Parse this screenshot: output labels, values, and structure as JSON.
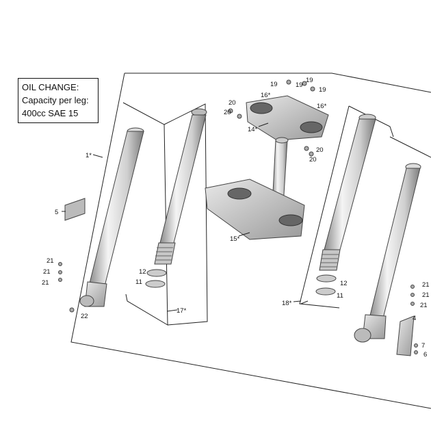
{
  "oil_change": {
    "title": "OIL CHANGE:",
    "line1": "Capacity per leg:",
    "line2": "400cc SAE 15"
  },
  "callouts": {
    "c1": "1*",
    "c4": "4",
    "c5": "5",
    "c6": "6",
    "c7": "7",
    "c11a": "11",
    "c11b": "11",
    "c12a": "12",
    "c12b": "12",
    "c14": "14*",
    "c15": "15*",
    "c16a": "16*",
    "c16b": "16*",
    "c17": "17*",
    "c18": "18*",
    "c19a": "19",
    "c19b": "19",
    "c19c": "19",
    "c19d": "19",
    "c20a": "20",
    "c20b": "20",
    "c20c": "20",
    "c20d": "20",
    "c21a": "21",
    "c21b": "21",
    "c21c": "21",
    "c21d": "21",
    "c21e": "21",
    "c21f": "21",
    "c22": "22"
  }
}
